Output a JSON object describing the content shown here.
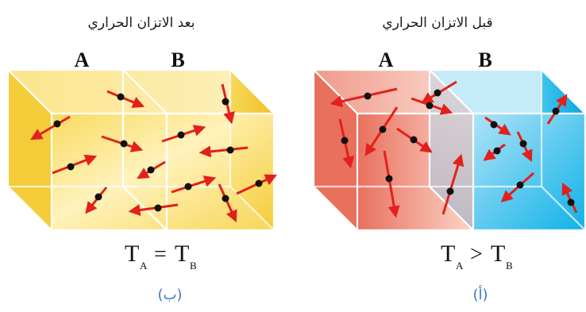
{
  "left_panel": {
    "caption": "بعد الاتزان الحراري",
    "letter_a": "A",
    "letter_b": "B",
    "eq_t1": "T",
    "eq_sub1": "A",
    "eq_op": "=",
    "eq_t2": "T",
    "eq_sub2": "B",
    "label": "(ب)",
    "colors": {
      "front": "#f7d95a",
      "light": "#fff4c2",
      "deep": "#f3c62c"
    }
  },
  "right_panel": {
    "caption": "قبل الاتزان الحراري",
    "letter_a": "A",
    "letter_b": "B",
    "eq_t1": "T",
    "eq_sub1": "A",
    "eq_op": ">",
    "eq_t2": "T",
    "eq_sub2": "B",
    "label": "(أ)",
    "colors": {
      "hot": "#ea7a68",
      "hot_light": "#fde2d9",
      "cold": "#1ab8ea",
      "cold_light": "#c9ecfa"
    }
  },
  "arrow_color": "#e3201b",
  "label_color": "#3a78c0"
}
